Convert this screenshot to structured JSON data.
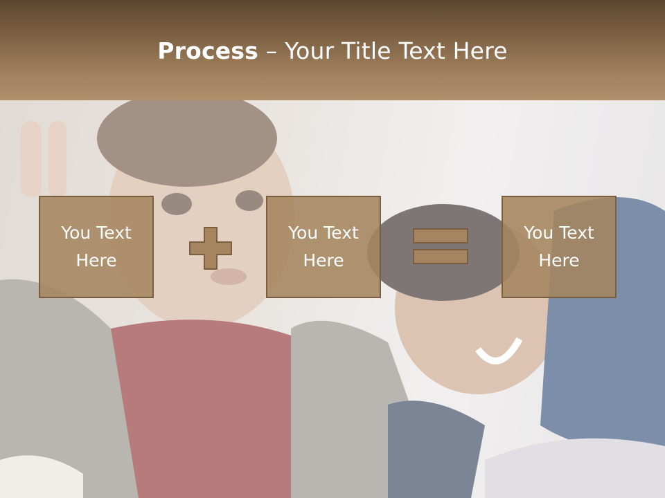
{
  "header": {
    "title_bold": "Process",
    "title_sep": " – ",
    "title_rest": "Your Title Text Here"
  },
  "process": {
    "steps": [
      {
        "label": "You Text Here"
      },
      {
        "label": "You Text Here"
      },
      {
        "label": "You Text Here"
      }
    ],
    "operators": [
      "plus",
      "equals"
    ]
  },
  "colors": {
    "header_dark": "#5d4630",
    "header_light": "#b08f6b",
    "box_fill": "#a5855f",
    "box_border": "#7a5e40",
    "operator_fill": "#a5855f"
  }
}
